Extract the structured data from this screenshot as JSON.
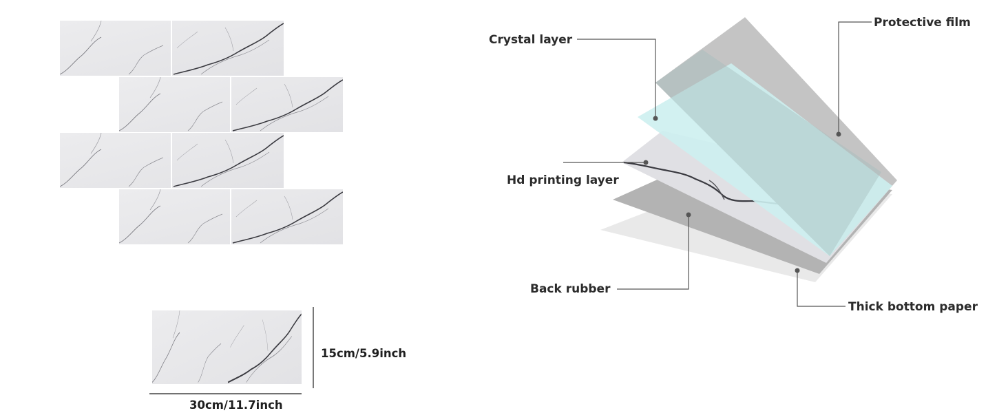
{
  "layer_labels": {
    "crystal": "Crystal layer",
    "protective": "Protective film",
    "hd_printing": "Hd printing layer",
    "back_rubber": "Back rubber",
    "thick_bottom": "Thick bottom paper"
  },
  "dimensions": {
    "height": "15cm/5.9inch",
    "width": "30cm/11.7inch"
  },
  "colors": {
    "tile": "#e9e9eb",
    "vein": "#5a5a5e",
    "protective_film": "#c4c4c4",
    "crystal_layer": "#cdeff0",
    "printing_layer": "#e0e0e4",
    "back_rubber": "#b3b3b3",
    "bottom_paper": "#e9e9e9",
    "leader_line": "#555555"
  }
}
